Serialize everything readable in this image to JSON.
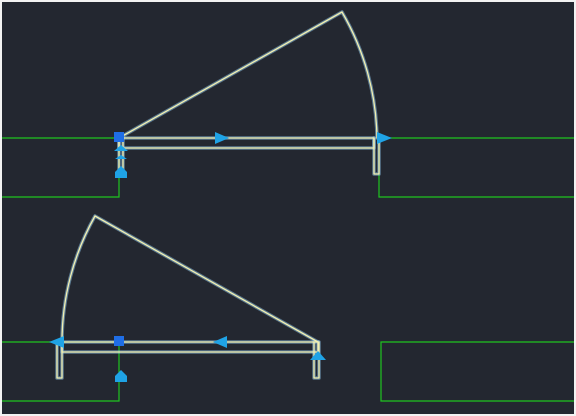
{
  "canvas": {
    "background_color": "#232730",
    "border_color": "#f2f2f2"
  },
  "colors": {
    "wall_line": "#1fc41f",
    "door_line": "#f3f0b0",
    "selection_glow": "#8ec3e6",
    "grip_square": "#1f6ee6",
    "grip_arrow": "#1fa3e6"
  },
  "icons": {
    "location_grip": "square-grip-icon",
    "flip_facing_grip": "arrow-flip-icon",
    "flip_hand_grip": "triangle-flip-icon",
    "edit_width_grip": "width-arrow-icon",
    "offset_grip": "house-grip-icon"
  },
  "doors": [
    {
      "id": "door-top",
      "swing": "right-up",
      "selected": true
    },
    {
      "id": "door-bottom",
      "swing": "left-up",
      "selected": true
    }
  ]
}
